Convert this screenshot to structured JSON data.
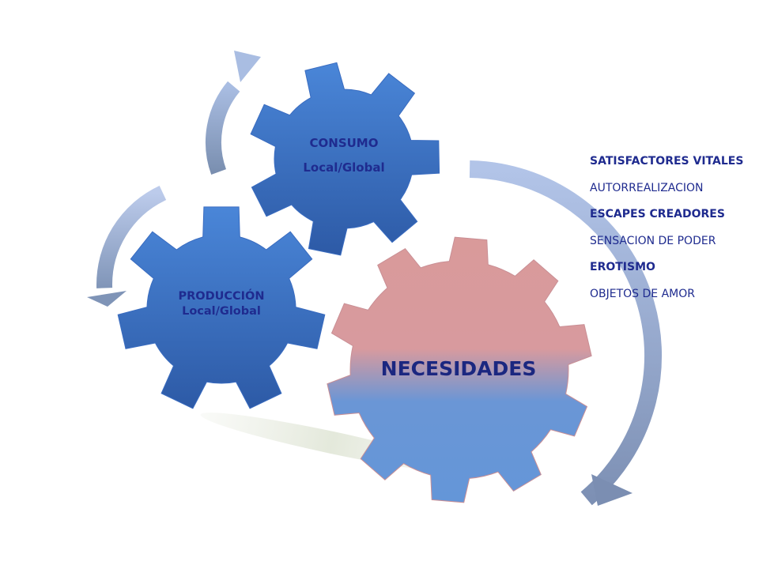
{
  "gears": {
    "consumo": {
      "title": "CONSUMO",
      "subtitle": "Local/Global"
    },
    "produccion": {
      "title": "PRODUCCIÓN",
      "subtitle": "Local/Global"
    },
    "necesidades": {
      "title": "NECESIDADES"
    }
  },
  "side_list": [
    {
      "label": "SATISFACTORES VITALES",
      "bold": true
    },
    {
      "label": "AUTORREALIZACION",
      "bold": false
    },
    {
      "label": "ESCAPES CREADORES",
      "bold": true
    },
    {
      "label": "SENSACION DE PODER",
      "bold": false
    },
    {
      "label": "EROTISMO",
      "bold": true
    },
    {
      "label": "OBJETOS DE AMOR",
      "bold": false
    }
  ],
  "colors": {
    "gear_blue_light": "#4a86d8",
    "gear_blue_dark": "#2d5aa6",
    "gear_pink": "#d99a9a",
    "gear_light_blue": "#6496d8",
    "arrow_light": "#b4c6e6",
    "arrow_dark": "#7a8fb0",
    "text_dark_blue": "#1f2b8f"
  }
}
